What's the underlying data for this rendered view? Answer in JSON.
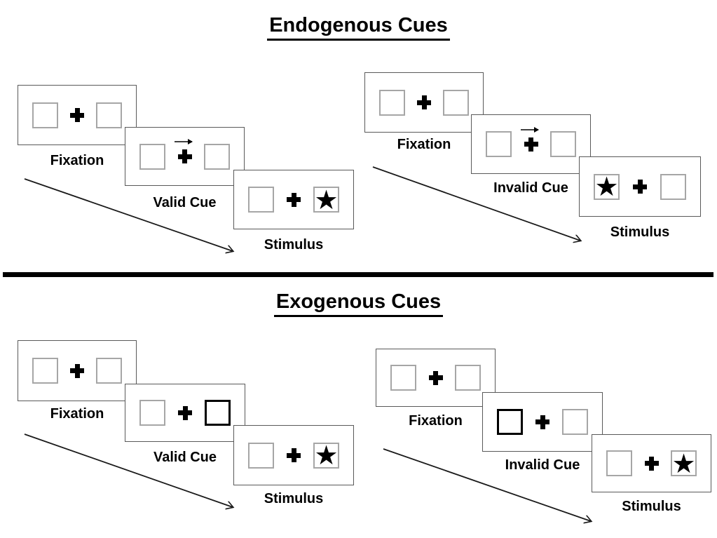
{
  "diagram": {
    "kind": "posner-cueing-paradigm",
    "background": "#ffffff"
  },
  "colors": {
    "panel_border": "#595959",
    "box_border": "#a6a6a6",
    "highlight_box_border": "#000000",
    "ink": "#000000"
  },
  "icons": {
    "stimulus_star": "★",
    "cue_arrow_direction": "right",
    "fixation_cross": "+"
  },
  "glyphs": {
    "star": "★"
  },
  "sections": [
    {
      "title": "Endogenous Cues",
      "groups": [
        {
          "name": "valid",
          "cue_style": "central-arrow",
          "panels": [
            {
              "label": "Fixation",
              "cue": "none",
              "stimulus": "none"
            },
            {
              "label": "Valid Cue",
              "cue": "arrow-right",
              "stimulus": "none"
            },
            {
              "label": "Stimulus",
              "cue": "none",
              "stimulus": "star-right"
            }
          ]
        },
        {
          "name": "invalid",
          "cue_style": "central-arrow",
          "panels": [
            {
              "label": "Fixation",
              "cue": "none",
              "stimulus": "none"
            },
            {
              "label": "Invalid Cue",
              "cue": "arrow-right",
              "stimulus": "none"
            },
            {
              "label": "Stimulus",
              "cue": "none",
              "stimulus": "star-left"
            }
          ]
        }
      ]
    },
    {
      "title": "Exogenous Cues",
      "groups": [
        {
          "name": "valid",
          "cue_style": "peripheral-highlight",
          "panels": [
            {
              "label": "Fixation",
              "cue": "none",
              "stimulus": "none"
            },
            {
              "label": "Valid Cue",
              "cue": "bold-box-right",
              "stimulus": "none"
            },
            {
              "label": "Stimulus",
              "cue": "none",
              "stimulus": "star-right"
            }
          ]
        },
        {
          "name": "invalid",
          "cue_style": "peripheral-highlight",
          "panels": [
            {
              "label": "Fixation",
              "cue": "none",
              "stimulus": "none"
            },
            {
              "label": "Invalid Cue",
              "cue": "bold-box-left",
              "stimulus": "none"
            },
            {
              "label": "Stimulus",
              "cue": "none",
              "stimulus": "star-right"
            }
          ]
        }
      ]
    }
  ]
}
